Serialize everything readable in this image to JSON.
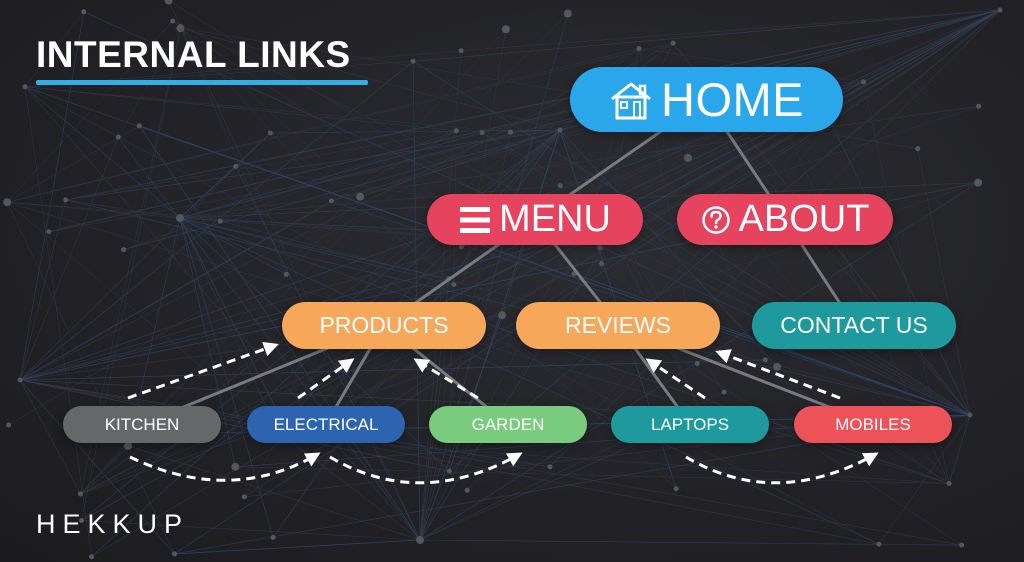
{
  "title": "INTERNAL LINKS",
  "logo": "HEKKUP",
  "colors": {
    "accent_blue": "#2aa7ea",
    "menu_red": "#e6435f",
    "orange": "#f6a75a",
    "teal": "#1e9a9e",
    "kitchen_gray": "#666769",
    "electrical_blue": "#2c64b0",
    "garden_green": "#79cc7d",
    "mobiles_red": "#ee5259"
  },
  "nodes": {
    "home": {
      "label": "HOME",
      "icon": "house-icon"
    },
    "menu": {
      "label": "MENU",
      "icon": "hamburger-menu-icon"
    },
    "about": {
      "label": "ABOUT",
      "icon": "question-circle-icon"
    },
    "products": {
      "label": "PRODUCTS"
    },
    "reviews": {
      "label": "REVIEWS"
    },
    "contact": {
      "label": "CONTACT US"
    },
    "kitchen": {
      "label": "KITCHEN"
    },
    "electrical": {
      "label": "ELECTRICAL"
    },
    "garden": {
      "label": "GARDEN"
    },
    "laptops": {
      "label": "LAPTOPS"
    },
    "mobiles": {
      "label": "MOBILES"
    }
  },
  "hierarchy": [
    [
      "home",
      "menu"
    ],
    [
      "home",
      "about"
    ],
    [
      "menu",
      "products"
    ],
    [
      "menu",
      "reviews"
    ],
    [
      "about",
      "contact"
    ],
    [
      "products",
      "kitchen"
    ],
    [
      "products",
      "electrical"
    ],
    [
      "products",
      "garden"
    ],
    [
      "reviews",
      "laptops"
    ],
    [
      "reviews",
      "mobiles"
    ]
  ],
  "internal_links": [
    [
      "kitchen",
      "products"
    ],
    [
      "electrical",
      "products"
    ],
    [
      "garden",
      "products"
    ],
    [
      "laptops",
      "reviews"
    ],
    [
      "mobiles",
      "reviews"
    ],
    [
      "kitchen",
      "electrical"
    ],
    [
      "electrical",
      "garden"
    ],
    [
      "laptops",
      "mobiles"
    ]
  ]
}
